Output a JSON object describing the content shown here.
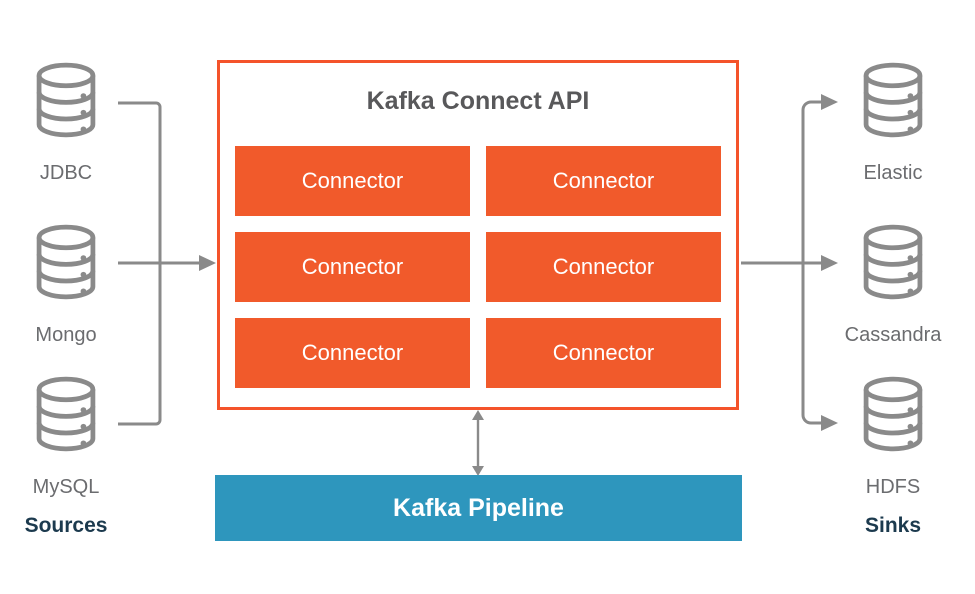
{
  "connect": {
    "title": "Kafka Connect API",
    "connectors": [
      "Connector",
      "Connector",
      "Connector",
      "Connector",
      "Connector",
      "Connector"
    ]
  },
  "pipeline": {
    "label": "Kafka Pipeline"
  },
  "sources": {
    "heading": "Sources",
    "items": [
      {
        "label": "JDBC",
        "icon": "database-icon"
      },
      {
        "label": "Mongo",
        "icon": "database-icon"
      },
      {
        "label": "MySQL",
        "icon": "database-icon"
      }
    ]
  },
  "sinks": {
    "heading": "Sinks",
    "items": [
      {
        "label": "Elastic",
        "icon": "database-icon"
      },
      {
        "label": "Cassandra",
        "icon": "database-icon"
      },
      {
        "label": "HDFS",
        "icon": "database-icon"
      }
    ]
  },
  "colors": {
    "orange_border": "#F4532A",
    "orange_fill": "#F15A2B",
    "blue": "#2E96BD",
    "line_gray": "#8A8A8A",
    "title_gray": "#58585A",
    "label_gray": "#6B6C6F",
    "navy": "#1C3A4E"
  }
}
